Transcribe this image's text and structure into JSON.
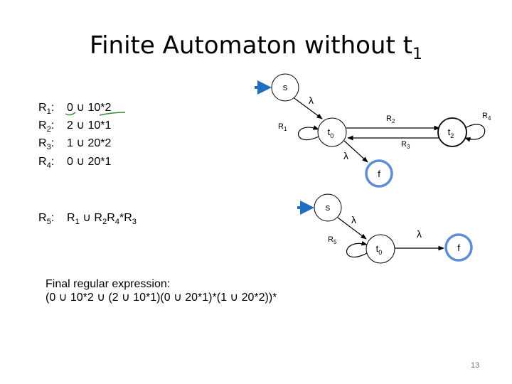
{
  "slide": {
    "title_main": "Finite Automaton without t",
    "title_sub": "1",
    "page_number": "13"
  },
  "rules": [
    {
      "name": "R",
      "sub": "1",
      "colon": ":",
      "expr": "0 ∪ 10*2"
    },
    {
      "name": "R",
      "sub": "2",
      "colon": ":",
      "expr": "2 ∪ 10*1"
    },
    {
      "name": "R",
      "sub": "3",
      "colon": ":",
      "expr": "1 ∪ 20*2"
    },
    {
      "name": "R",
      "sub": "4",
      "colon": ":",
      "expr": "0 ∪ 20*1"
    }
  ],
  "r5": {
    "name": "R",
    "sub": "5",
    "colon": ":",
    "p1": "R",
    "p1sub": "1",
    "op": " ∪ ",
    "p2": "R",
    "p2sub": "2",
    "p3": "R",
    "p3sub": "4",
    "star": "*",
    "p4": "R",
    "p4sub": "3"
  },
  "final": {
    "heading": "Final regular expression:",
    "expression": "(0 ∪ 10*2 ∪ (2 ∪ 10*1)(0 ∪ 20*1)*(1 ∪ 20*2))*"
  },
  "diagram1": {
    "states": {
      "s": "s",
      "t0": "t",
      "t0_sub": "0",
      "t2": "t",
      "t2_sub": "2",
      "f": "f"
    },
    "labels": {
      "lambda_s_t0": "λ",
      "lambda_t0_f": "λ",
      "R1": "R",
      "R1_sub": "1",
      "R2": "R",
      "R2_sub": "2",
      "R3": "R",
      "R3_sub": "3",
      "R4": "R",
      "R4_sub": "4"
    }
  },
  "diagram2": {
    "states": {
      "s": "s",
      "t0": "t",
      "t0_sub": "0",
      "f": "f"
    },
    "labels": {
      "lambda_s_t0": "λ",
      "lambda_t0_f": "λ",
      "R5": "R",
      "R5_sub": "5"
    }
  },
  "colors": {
    "start_arrow": "#1f6fc0",
    "final_ring": "#5b8ed6",
    "underline": "#3a8a3a"
  }
}
